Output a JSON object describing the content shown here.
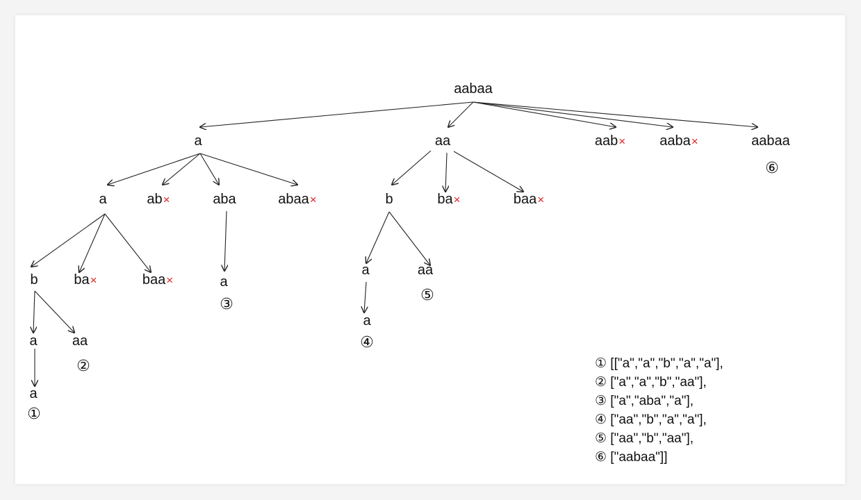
{
  "nodes": {
    "root": "aabaa",
    "n_a": "a",
    "n_aa": "aa",
    "n_aab": "aab",
    "n_aaba": "aaba",
    "n_aabaa": "aabaa",
    "n_a_a": "a",
    "n_a_ab": "ab",
    "n_a_aba": "aba",
    "n_a_abaa": "abaa",
    "n_aa_b": "b",
    "n_aa_ba": "ba",
    "n_aa_baa": "baa",
    "n_aa_b_a": "a",
    "n_aa_b_aa": "aa",
    "n_aa_b_a_a": "a",
    "n_a_aba_a": "a",
    "n_a_a_b": "b",
    "n_a_a_ba": "ba",
    "n_a_a_baa": "baa",
    "n_a_a_b_a": "a",
    "n_a_a_b_aa": "aa",
    "n_a_a_b_a_a": "a"
  },
  "prune_mark": "×",
  "result_marks": {
    "m1": "①",
    "m2": "②",
    "m3": "③",
    "m4": "④",
    "m5": "⑤",
    "m6": "⑥"
  },
  "results": [
    "① [[\"a\",\"a\",\"b\",\"a\",\"a\"],",
    "② [\"a\",\"a\",\"b\",\"aa\"],",
    "③ [\"a\",\"aba\",\"a\"],",
    "④ [\"aa\",\"b\",\"a\",\"a\"],",
    "⑤ [\"aa\",\"b\",\"aa\"],",
    "⑥ [\"aabaa\"]]"
  ],
  "colors": {
    "prune": "#e02020",
    "text": "#111111",
    "edge": "#222222"
  }
}
